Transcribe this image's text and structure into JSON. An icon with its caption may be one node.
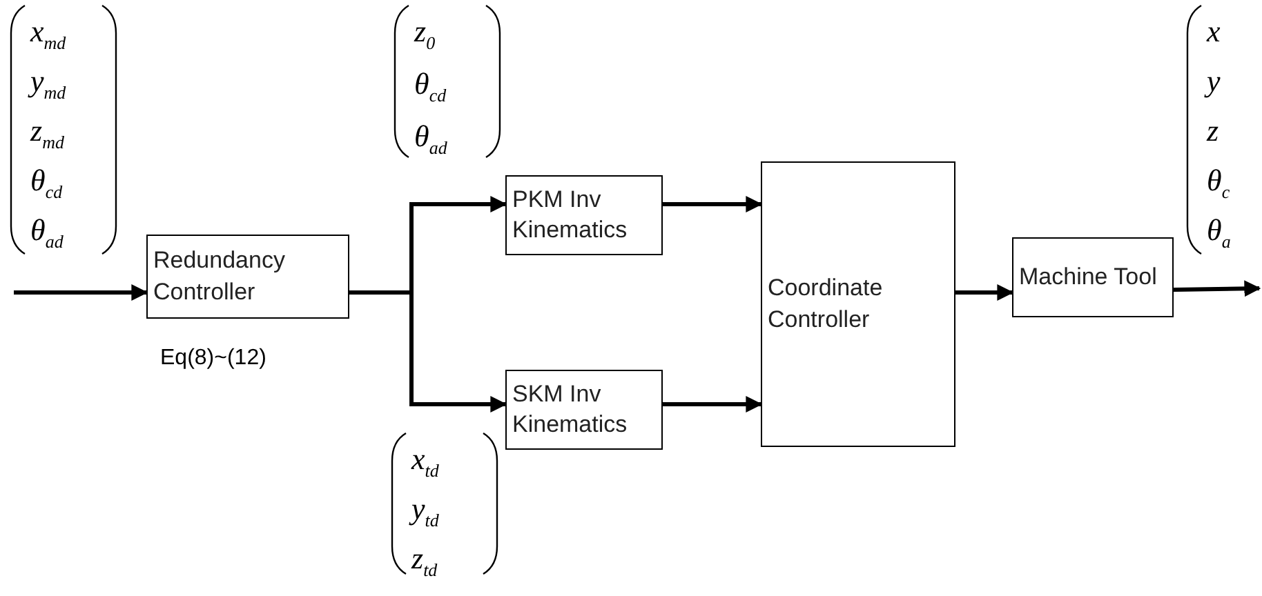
{
  "diagram": {
    "nodes": [
      {
        "text": [
          "Redundancy Controller"
        ],
        "beside": [
          "Eq(8)~(12)"
        ]
      },
      {
        "text": [
          "PKM Inv Kinematics"
        ]
      },
      {
        "text": [
          "SKM Inv Kinematics"
        ]
      },
      {
        "text": [
          "Coordinate Controller"
        ]
      },
      {
        "text": [
          "Machine Tool"
        ]
      }
    ],
    "edges": [
      {
        "from": null,
        "to": 0,
        "arrow": "to"
      },
      {
        "from": 0,
        "to": 1,
        "arrow": "to"
      },
      {
        "from": 0,
        "to": 2,
        "arrow": "to"
      },
      {
        "from": 1,
        "to": 3,
        "arrow": "to"
      },
      {
        "from": 2,
        "to": 3,
        "arrow": "to"
      },
      {
        "from": 3,
        "to": 4,
        "arrow": "to"
      },
      {
        "from": 4,
        "to": null,
        "arrow": "to"
      }
    ],
    "labels": [
      "x$_{md}$",
      "y$_{md}$",
      "z$_{md}$",
      "θ$_{cd}$",
      "θ$_{ad}$",
      "z$_{0}$",
      "θ$_{cd}$",
      "θ$_{ad}$",
      "x",
      "y",
      "z",
      "θ$_{c}$",
      "θ$_{a}$",
      "x$_{td}$",
      "y$_{td}$",
      "z$_{td}$"
    ]
  }
}
